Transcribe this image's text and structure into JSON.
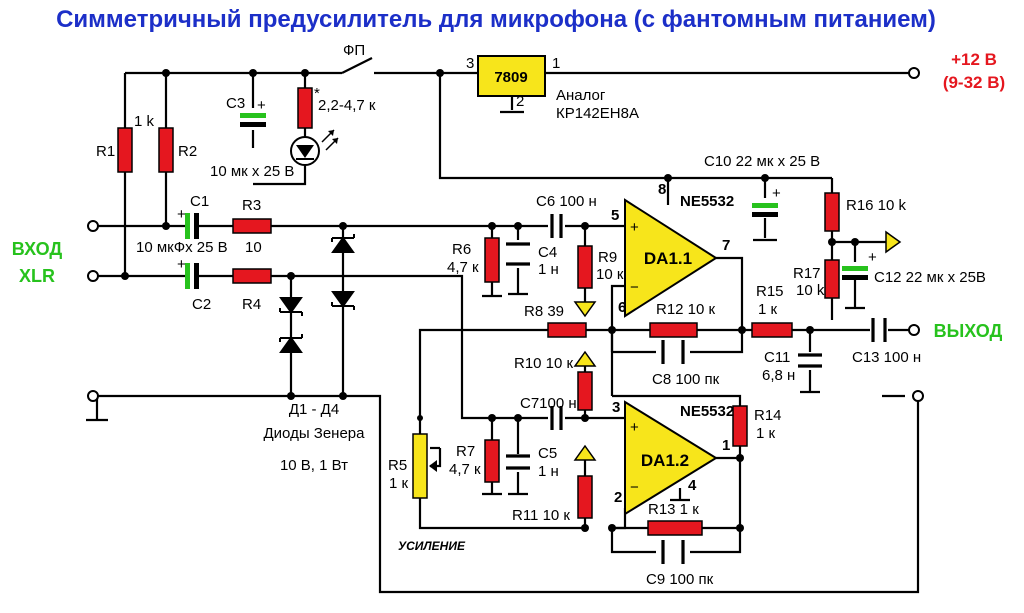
{
  "title": "Симметричный предусилитель для микрофона (с фантомным питанием)",
  "colors": {
    "title": "#1c2fc8",
    "resistor": "#e5171f",
    "opamp": "#f7e51b",
    "electrolytic": "#27c21d",
    "power": "#e5171f",
    "io": "#27c21d",
    "wire": "#000000"
  },
  "labels": {
    "fp": "ФП",
    "regulator": "7809",
    "reg_pin3": "3",
    "reg_pin1": "1",
    "reg_pin2": "2",
    "analog": "Аналог",
    "analog_part": "КР142ЕН8А",
    "power_v": "+12 В",
    "power_range": "(9-32 В)",
    "input_1": "ВХОД",
    "input_2": "XLR",
    "output": "ВЫХОД",
    "c3": "C3",
    "c3_val": "10 мк х 25 В",
    "led_star": "*",
    "led_r": "2,2-4,7 к",
    "r1": "R1",
    "r2": "R2",
    "r12_val": "1 k",
    "c1": "C1",
    "c1_val": "10 мкФх 25 В",
    "r3": "R3",
    "r3_val": "10",
    "c2": "C2",
    "r4": "R4",
    "c6": "C6 100 н",
    "r6": "R6",
    "r6_val": "4,7 к",
    "c4": "C4",
    "c4_val": "1 н",
    "r9": "R9",
    "r9_val": "10 к",
    "da11": "DA1.1",
    "ne1": "NE5532",
    "pin5": "5",
    "pin8": "8",
    "pin7": "7",
    "pin6": "6",
    "c10": "C10 22 мк х 25 В",
    "r16": "R16 10 k",
    "r17": "R17",
    "r17_val": "10 k",
    "c12": "C12 22 мк х 25В",
    "r15": "R15",
    "r15_val": "1 к",
    "r8": "R8 39",
    "r12": "R12 10 к",
    "c8": "C8 100 пк",
    "c11": "C11",
    "c11_val": "6,8 н",
    "c13": "C13 100 н",
    "r10": "R10 10 к",
    "c7": "C7100 н",
    "c5": "C5",
    "c5_val": "1 н",
    "r7": "R7",
    "r7_val": "4,7 к",
    "r5": "R5",
    "r5_val": "1 к",
    "da12": "DA1.2",
    "ne2": "NE5532",
    "pin3": "3",
    "pin2": "2",
    "pin1": "1",
    "pin4": "4",
    "r14": "R14",
    "r14_val": "1 к",
    "r11": "R11 10 к",
    "r13": "R13 1 к",
    "c9": "C9 100 пк",
    "gain": "УСИЛЕНИЕ",
    "diodes_1": "Д1 - Д4",
    "diodes_2": "Диоды Зенера",
    "diodes_3": "10 В, 1 Вт",
    "plus": "+",
    "minus": "−"
  }
}
